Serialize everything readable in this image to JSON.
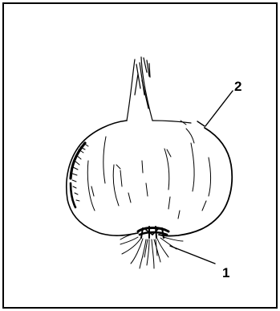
{
  "figure": {
    "subject": "onion-bulb",
    "callouts": [
      {
        "id": "callout-1",
        "label": "1",
        "points_to": "root-plate"
      },
      {
        "id": "callout-2",
        "label": "2",
        "points_to": "outer-skin"
      }
    ]
  },
  "colors": {
    "ink": "#000000",
    "background": "#ffffff"
  }
}
